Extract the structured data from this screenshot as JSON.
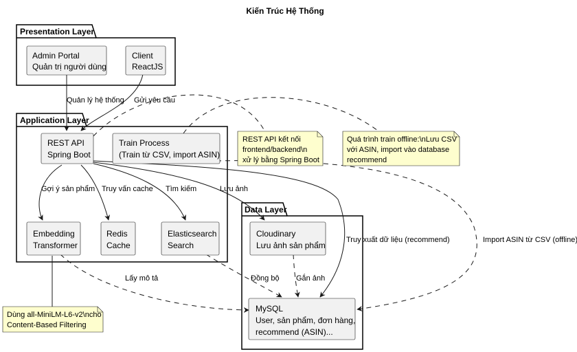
{
  "title": "Kiến Trúc Hệ Thống",
  "groups": {
    "presentation": "Presentation Layer",
    "application": "Application Layer",
    "data": "Data Layer"
  },
  "nodes": {
    "admin": [
      "Admin Portal",
      "Quản trị người dùng"
    ],
    "client": [
      "Client",
      "ReactJS"
    ],
    "rest": [
      "REST API",
      "Spring Boot"
    ],
    "train": [
      "Train Process",
      "(Train từ CSV, import ASIN)"
    ],
    "embedding": [
      "Embedding",
      "Transformer"
    ],
    "redis": [
      "Redis",
      "Cache"
    ],
    "elastic": [
      "Elasticsearch",
      "Search"
    ],
    "cloudinary": [
      "Cloudinary",
      "Lưu ảnh sản phẩm"
    ],
    "mysql": [
      "MySQL",
      "User, sản phẩm, đơn hàng,",
      "recommend (ASIN)..."
    ]
  },
  "notes": {
    "rest_note": [
      "REST API kết nối",
      "frontend/backend\\n",
      "xử lý bằng Spring Boot"
    ],
    "train_note": [
      "Quá trình train offline:\\nLưu CSV",
      "với ASIN, import vào database",
      "recommend"
    ],
    "embed_note": [
      "Dùng all-MiniLM-L6-v2\\ncho",
      "Content-Based Filtering"
    ]
  },
  "edges": {
    "admin_rest": "Quản lý hệ thống",
    "client_rest": "Gửi yêu cầu",
    "rest_embed": "Gợi ý sản phẩm",
    "rest_redis": "Truy vấn cache",
    "rest_elastic": "Tìm kiếm",
    "rest_cloud": "Lưu ảnh",
    "rest_mysql": "Truy xuất dữ liệu (recommend)",
    "train_mysql": "Import ASIN từ CSV (offline)",
    "embed_mysql": "Lấy mô tả",
    "elastic_mysql": "Đồng bộ",
    "cloud_mysql": "Gắn ảnh"
  }
}
